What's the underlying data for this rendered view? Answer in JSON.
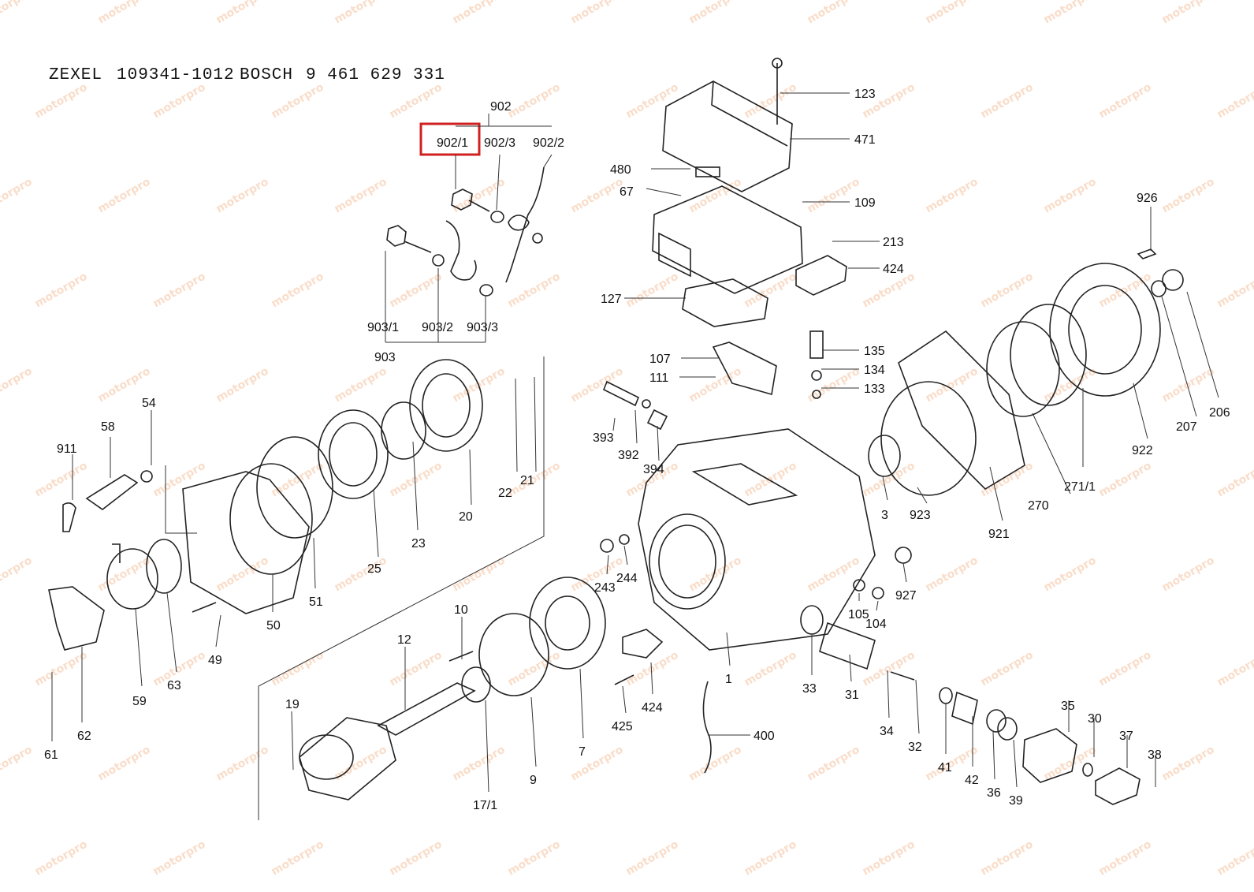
{
  "header": {
    "brand1": "ZEXEL",
    "code1": "109341-1012",
    "brand2": "BOSCH",
    "code2": "9 461 629 331"
  },
  "highlight": {
    "label": "902/1",
    "color": "#d02020"
  },
  "watermark": {
    "text": "motorpro",
    "color": "#f2b48a"
  },
  "parts": [
    "902",
    "902/1",
    "902/3",
    "902/2",
    "903/1",
    "903/2",
    "903/3",
    "903",
    "123",
    "471",
    "480",
    "67",
    "109",
    "213",
    "424",
    "127",
    "107",
    "111",
    "135",
    "134",
    "133",
    "926",
    "206",
    "207",
    "922",
    "271/1",
    "270",
    "921",
    "923",
    "3",
    "927",
    "393",
    "392",
    "394",
    "54",
    "58",
    "911",
    "22",
    "21",
    "20",
    "23",
    "25",
    "51",
    "50",
    "49",
    "63",
    "59",
    "62",
    "61",
    "243",
    "244",
    "105",
    "104",
    "10",
    "12",
    "19",
    "17/1",
    "9",
    "7",
    "1",
    "400",
    "424",
    "425",
    "33",
    "31",
    "34",
    "32",
    "41",
    "42",
    "36",
    "39",
    "35",
    "30",
    "37",
    "38"
  ]
}
